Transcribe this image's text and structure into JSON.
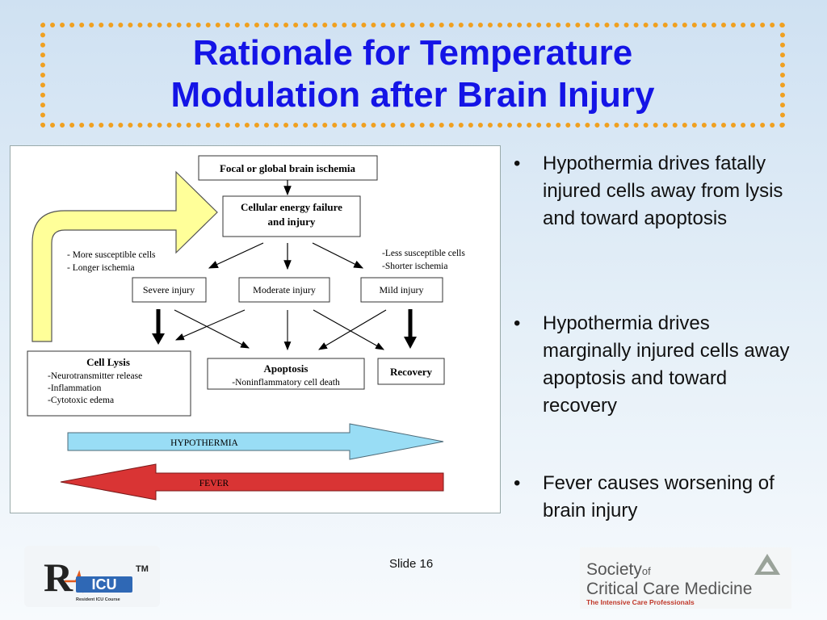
{
  "slide": {
    "title_line1": "Rationale for Temperature",
    "title_line2": "Modulation after Brain Injury",
    "slide_number": "Slide 16"
  },
  "diagram": {
    "box_ischemia": "Focal or global brain ischemia",
    "box_energy_line1": "Cellular energy failure",
    "box_energy_line2": "and injury",
    "left_note_line1": "- More susceptible cells",
    "left_note_line2": "- Longer ischemia",
    "right_note_line1": "-Less susceptible cells",
    "right_note_line2": "-Shorter ischemia",
    "box_severe": "Severe injury",
    "box_moderate": "Moderate injury",
    "box_mild": "Mild injury",
    "box_lysis_title": "Cell Lysis",
    "box_lysis_item1": "-Neurotransmitter release",
    "box_lysis_item2": "-Inflammation",
    "box_lysis_item3": "-Cytotoxic edema",
    "box_apoptosis_title": "Apoptosis",
    "box_apoptosis_item1": "-Noninflammatory cell death",
    "box_recovery": "Recovery",
    "arrow_hypothermia": "HYPOTHERMIA",
    "arrow_fever": "FEVER",
    "colors": {
      "hypothermia_arrow": "#99ddf5",
      "fever_arrow": "#d93434",
      "feedback_arrow": "#ffff99"
    }
  },
  "bullets": [
    "Hypothermia drives fatally injured cells away from lysis and toward apoptosis",
    "Hypothermia drives marginally injured cells away apoptosis and toward recovery",
    "Fever causes worsening of brain injury"
  ],
  "logos": {
    "ricu_mark": "R",
    "ricu_name": "ICU",
    "ricu_tm": "TM",
    "ricu_subtitle": "Resident ICU Course",
    "sccm_line1": "Society",
    "sccm_of": "of",
    "sccm_line2": "Critical Care Medicine",
    "sccm_tagline": "The Intensive Care Professionals",
    "sccm_tagline_color": "#c0392b",
    "sccm_triangle_color": "#9aa39a"
  }
}
